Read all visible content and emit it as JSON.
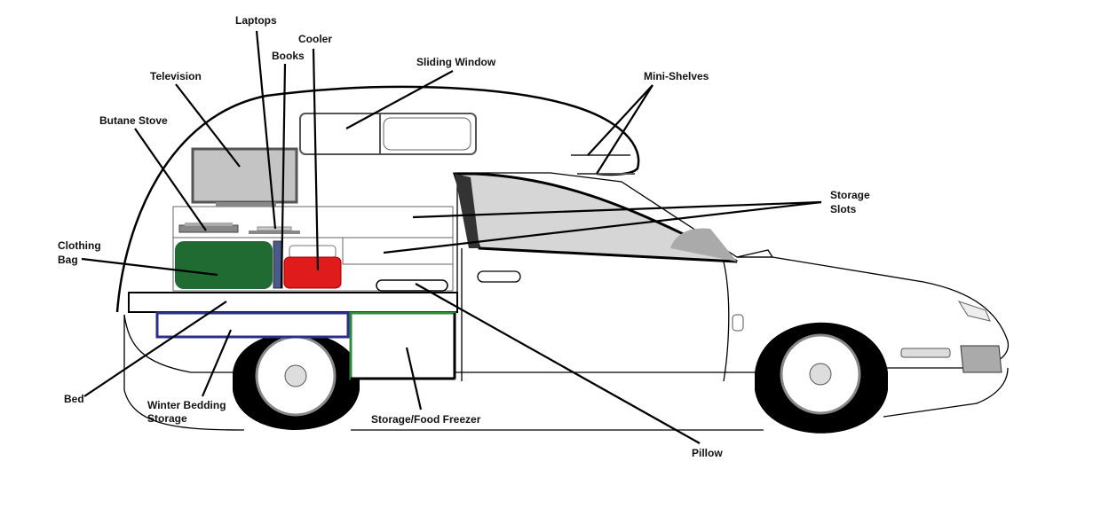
{
  "labels": {
    "laptops": "Laptops",
    "cooler": "Cooler",
    "books": "Books",
    "sliding_window": "Sliding Window",
    "mini_shelves": "Mini-Shelves",
    "television": "Television",
    "butane_stove": "Butane Stove",
    "storage_slots": [
      "Storage",
      "Slots"
    ],
    "clothing_bag": [
      "Clothing",
      "Bag"
    ],
    "bed": "Bed",
    "winter_bedding_storage": [
      "Winter Bedding",
      "Storage"
    ],
    "storage_food_freezer": "Storage/Food Freezer",
    "pillow": "Pillow"
  },
  "colors": {
    "clothing_bag": "#1f6b32",
    "cooler": "#e01b1b",
    "winter_bedding_outline": "#2b2f8a",
    "freezer_outline": "#2f8a3a",
    "tv": "#c4c4c4",
    "window_glass": "#d6d6d6"
  }
}
